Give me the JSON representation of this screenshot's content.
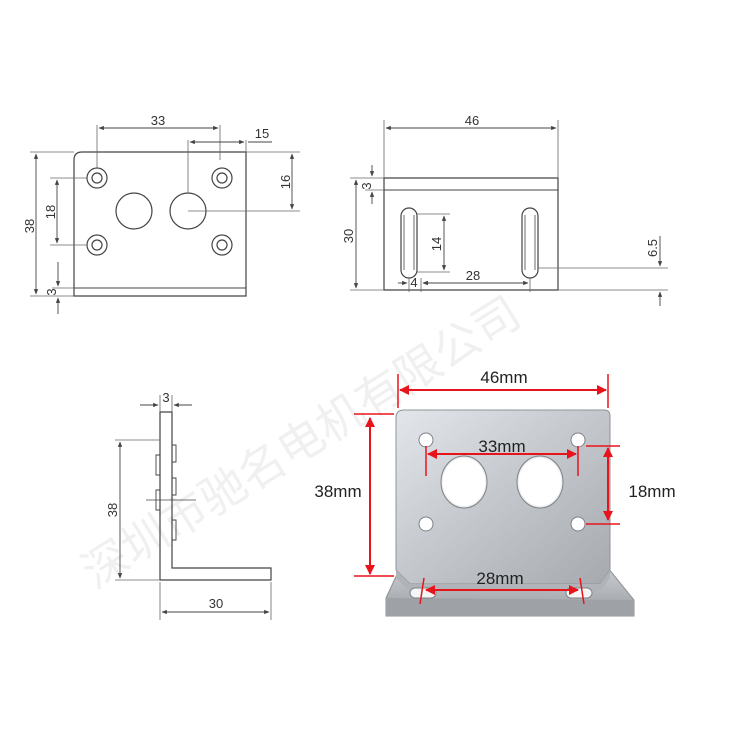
{
  "colors": {
    "line": "#444444",
    "dim_line": "#666666",
    "arrow_red": "#e8141c",
    "metal_light": "#d6d9dd",
    "metal_mid": "#b9bdc2",
    "metal_dark": "#8e9297"
  },
  "watermark": "深圳市驰名电机有限公司",
  "front_view": {
    "dim_width_holes": "33",
    "dim_offset": "15",
    "dim_height": "38",
    "dim_hole_spacing": "18",
    "dim_top_offset": "16",
    "dim_thickness": "3"
  },
  "top_view": {
    "dim_width": "46",
    "dim_thickness": "3",
    "dim_depth": "30",
    "dim_slot_length": "14",
    "dim_slot_spacing": "28",
    "dim_edge": "4",
    "dim_right": "6.5"
  },
  "side_view": {
    "dim_thickness": "3",
    "dim_height": "38",
    "dim_base": "30"
  },
  "photo": {
    "dim_width": "46mm",
    "dim_holes": "33mm",
    "dim_height": "38mm",
    "dim_vertical": "18mm",
    "dim_base": "28mm"
  }
}
